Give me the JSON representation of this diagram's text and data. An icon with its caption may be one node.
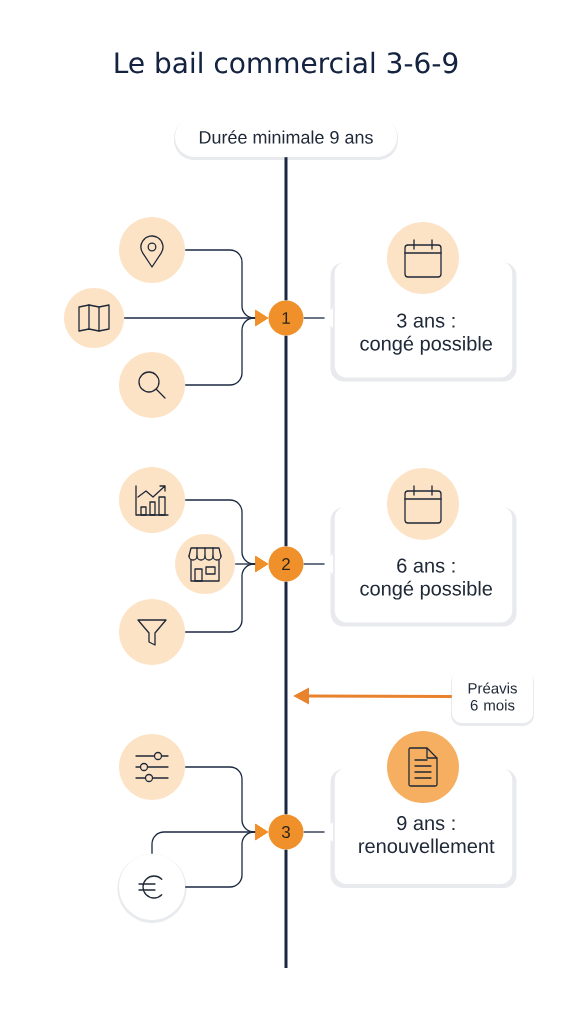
{
  "diagram": {
    "title": "Le bail commercial 3-6-9",
    "nodes": [
      {
        "text": [
          "Durée minimale 9 ans"
        ]
      },
      {
        "text": [],
        "shape": "circle"
      },
      {
        "text": [],
        "shape": "circle"
      },
      {
        "text": [],
        "shape": "circle"
      },
      {
        "text": [
          "1"
        ]
      },
      {
        "text": [
          "3 ans : congé possible"
        ]
      },
      {
        "text": [],
        "shape": "circle"
      },
      {
        "text": [],
        "shape": "circle"
      },
      {
        "text": [],
        "shape": "circle"
      },
      {
        "text": [
          "2"
        ]
      },
      {
        "text": [
          "6 ans : congé possible"
        ]
      },
      {
        "text": [
          "Préavis 6 mois"
        ]
      },
      {
        "text": [],
        "shape": "circle"
      },
      {
        "text": [],
        "shape": "circle"
      },
      {
        "text": [
          "3"
        ]
      },
      {
        "text": [
          "9 ans : renouvellement"
        ]
      }
    ],
    "edges": [
      {
        "from": 0,
        "to": 4,
        "arrow": "none",
        "style": "thick"
      },
      {
        "from": 4,
        "to": 9,
        "arrow": "none",
        "style": "thick"
      },
      {
        "from": 9,
        "to": 14,
        "arrow": "none",
        "style": "thick"
      },
      {
        "from": 14,
        "to": null,
        "arrow": "none",
        "style": "thick"
      },
      {
        "from": 1,
        "to": 4,
        "arrow": "to"
      },
      {
        "from": 2,
        "to": 4,
        "arrow": "to"
      },
      {
        "from": 3,
        "to": 4,
        "arrow": "to"
      },
      {
        "from": 4,
        "to": 5,
        "arrow": "none"
      },
      {
        "from": 6,
        "to": 9,
        "arrow": "to"
      },
      {
        "from": 7,
        "to": 9,
        "arrow": "to"
      },
      {
        "from": 8,
        "to": 9,
        "arrow": "to"
      },
      {
        "from": 9,
        "to": 10,
        "arrow": "none"
      },
      {
        "from": 11,
        "to": null,
        "arrow": "to",
        "style": "thick",
        "color": "#e9822d"
      },
      {
        "from": 12,
        "to": 14,
        "arrow": "to"
      },
      {
        "from": 13,
        "to": 14,
        "arrow": "to"
      },
      {
        "from": 13,
        "to": 14,
        "arrow": "to"
      },
      {
        "from": 14,
        "to": 15,
        "arrow": "none"
      }
    ]
  }
}
